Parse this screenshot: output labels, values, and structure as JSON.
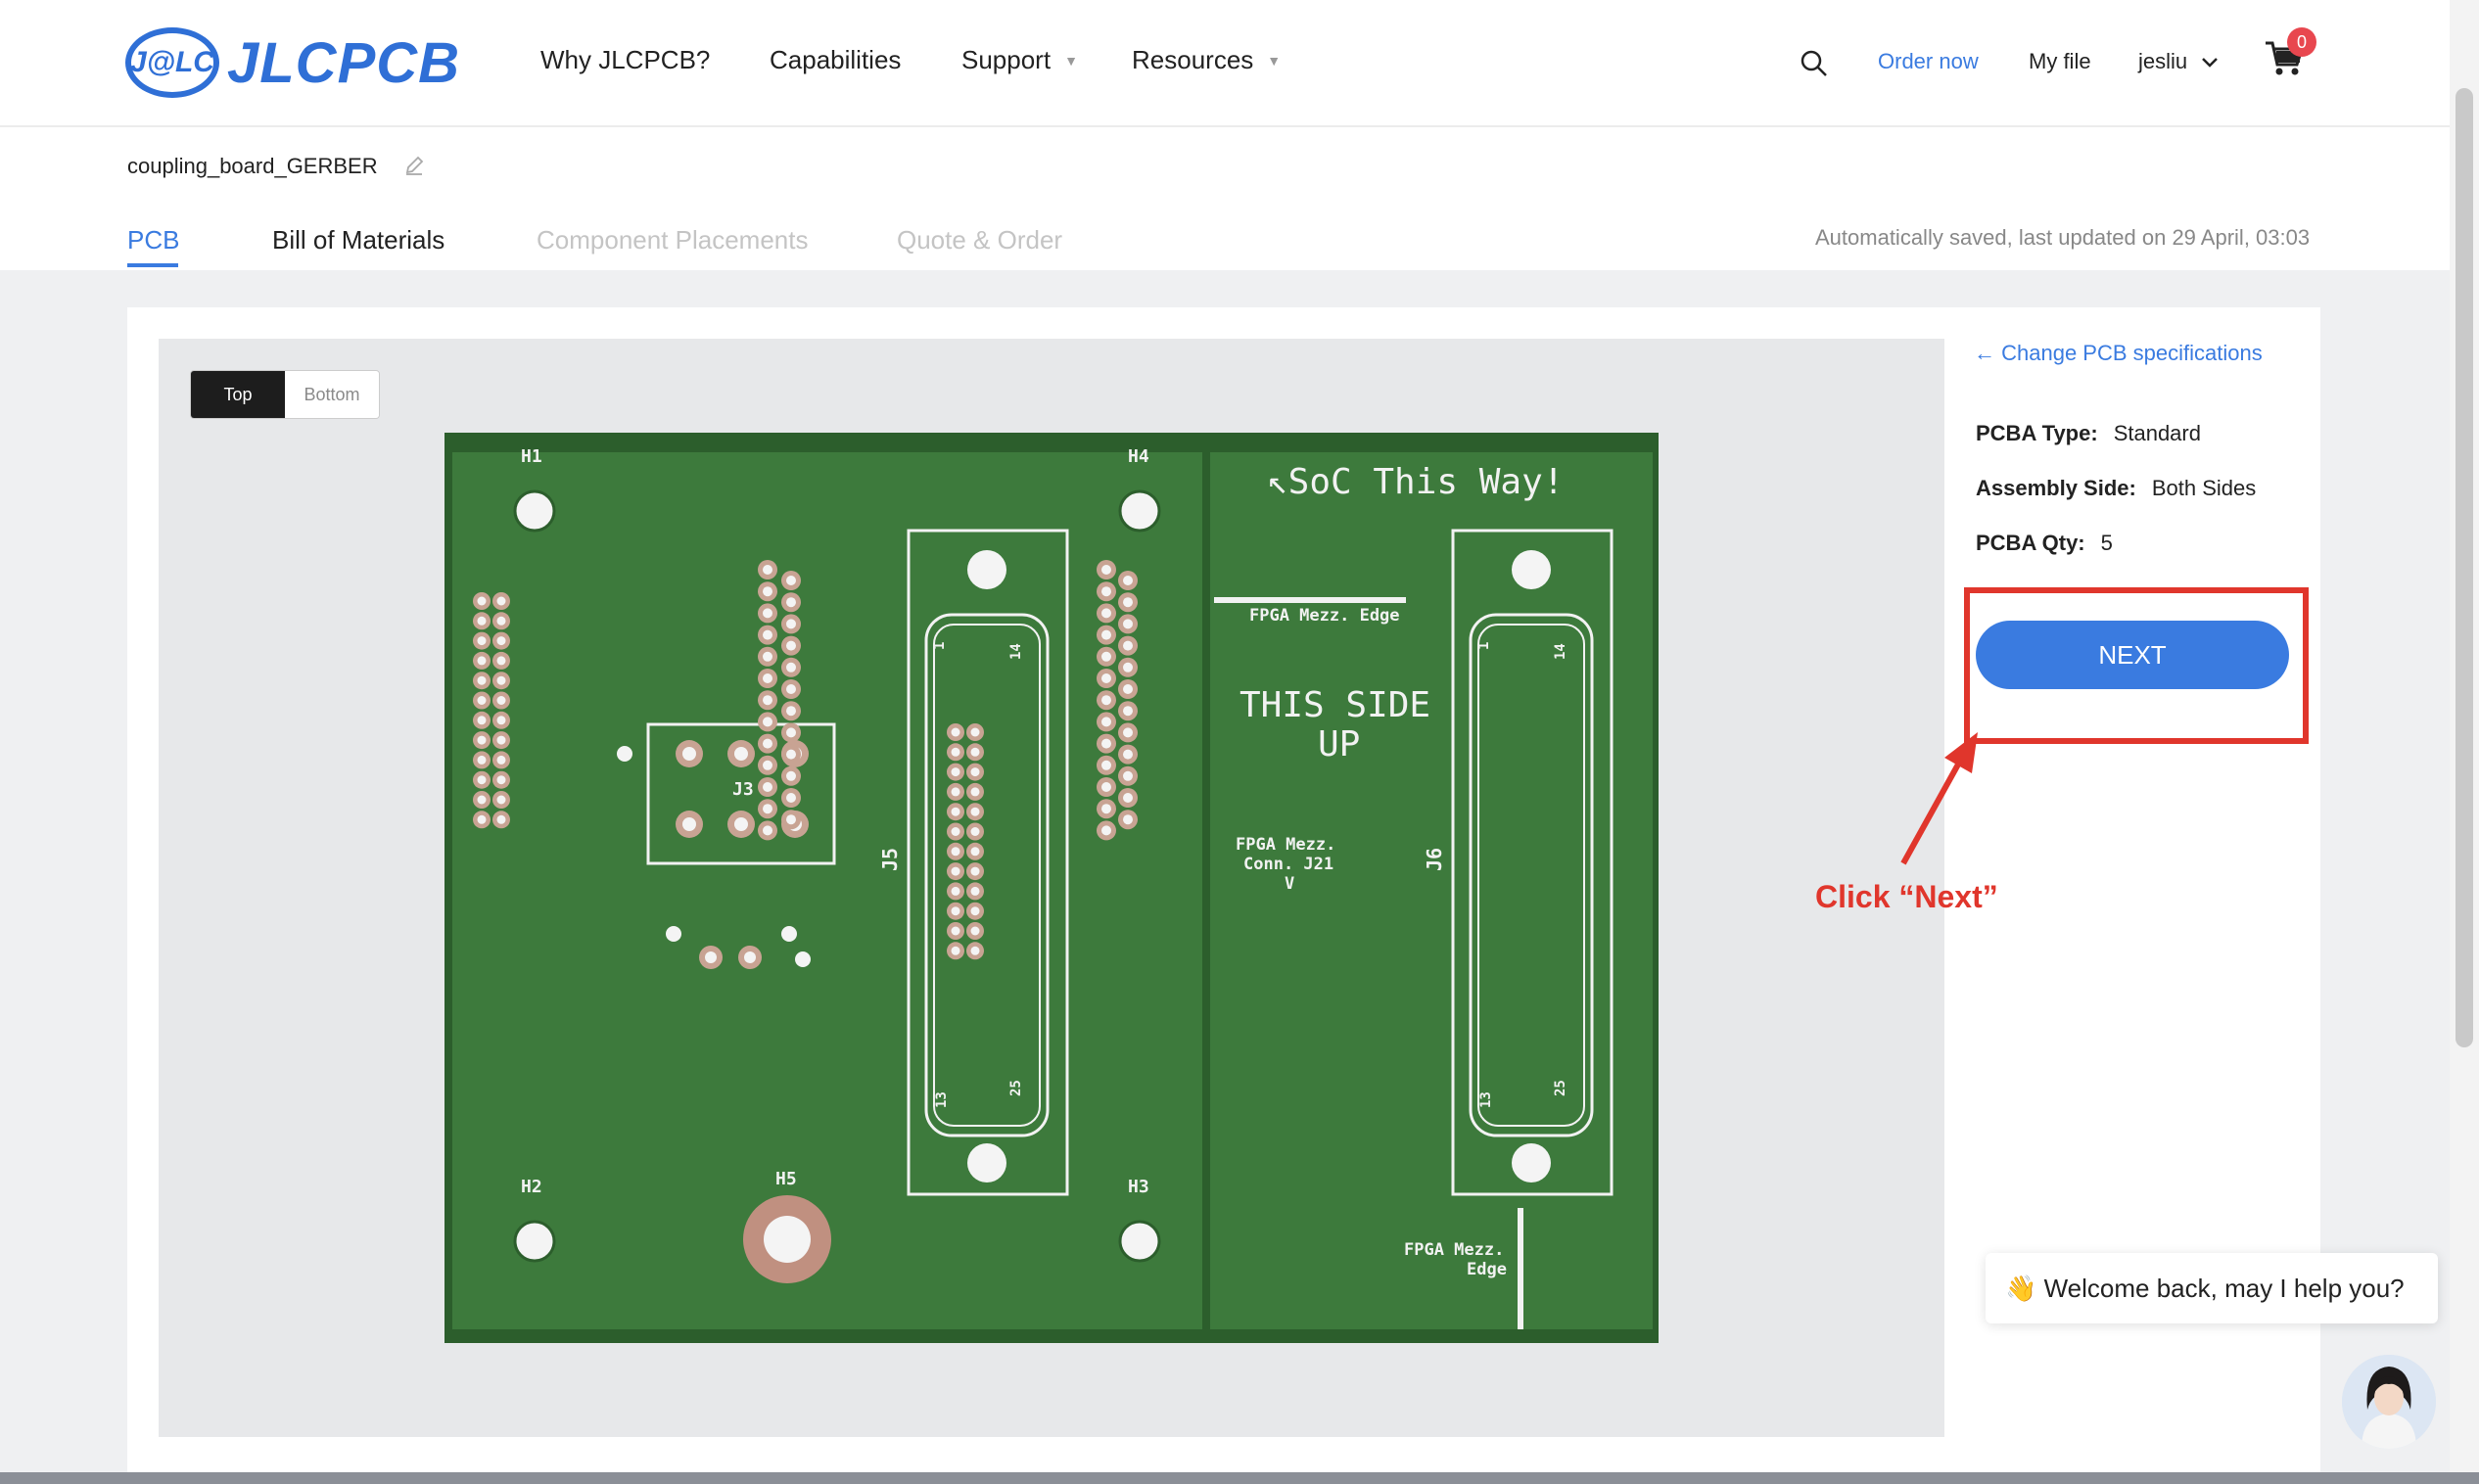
{
  "header": {
    "logo_badge": "J@LC",
    "logo_text": "JLCPCB",
    "nav": [
      "Why JLCPCB?",
      "Capabilities",
      "Support",
      "Resources"
    ],
    "order_now": "Order now",
    "my_file": "My file",
    "user": "jesliu",
    "cart_count": "0"
  },
  "project": {
    "file_name": "coupling_board_GERBER",
    "tabs": [
      "PCB",
      "Bill of Materials",
      "Component Placements",
      "Quote & Order"
    ],
    "saved_status": "Automatically saved, last updated on 29 April, 03:03"
  },
  "viewer": {
    "side_top": "Top",
    "side_bottom": "Bottom",
    "board": {
      "silkscreen": {
        "h1": "H1",
        "h2": "H2",
        "h3": "H3",
        "h4": "H4",
        "h5": "H5",
        "j3": "J3",
        "j5": "J5",
        "j6": "J6",
        "soc": "↖SoC This Way!",
        "fpga_edge_top": "FPGA Mezz. Edge",
        "this_side_1": "THIS SIDE",
        "this_side_2": "UP",
        "fpga_conn_1": "FPGA Mezz.",
        "fpga_conn_2": "Conn. J21",
        "fpga_conn_3": "V",
        "fpga_edge_b1": "FPGA Mezz.",
        "fpga_edge_b2": "Edge",
        "pin1": "1",
        "pin14": "14",
        "pin13": "13",
        "pin25": "25"
      }
    }
  },
  "panel": {
    "change_link": "← Change PCB specifications",
    "pcba_type_label": "PCBA Type:",
    "pcba_type_value": "Standard",
    "assembly_side_label": "Assembly Side:",
    "assembly_side_value": "Both Sides",
    "pcba_qty_label": "PCBA Qty:",
    "pcba_qty_value": "5",
    "next_label": "NEXT",
    "annotation": "Click “Next”"
  },
  "chat": {
    "emoji": "👋",
    "message": "Welcome back, may I help you?"
  },
  "colors": {
    "accent": "#3a7be0",
    "annotation": "#e0362c",
    "board_green": "#3d7a3c",
    "board_dark": "#2c5e2c"
  }
}
